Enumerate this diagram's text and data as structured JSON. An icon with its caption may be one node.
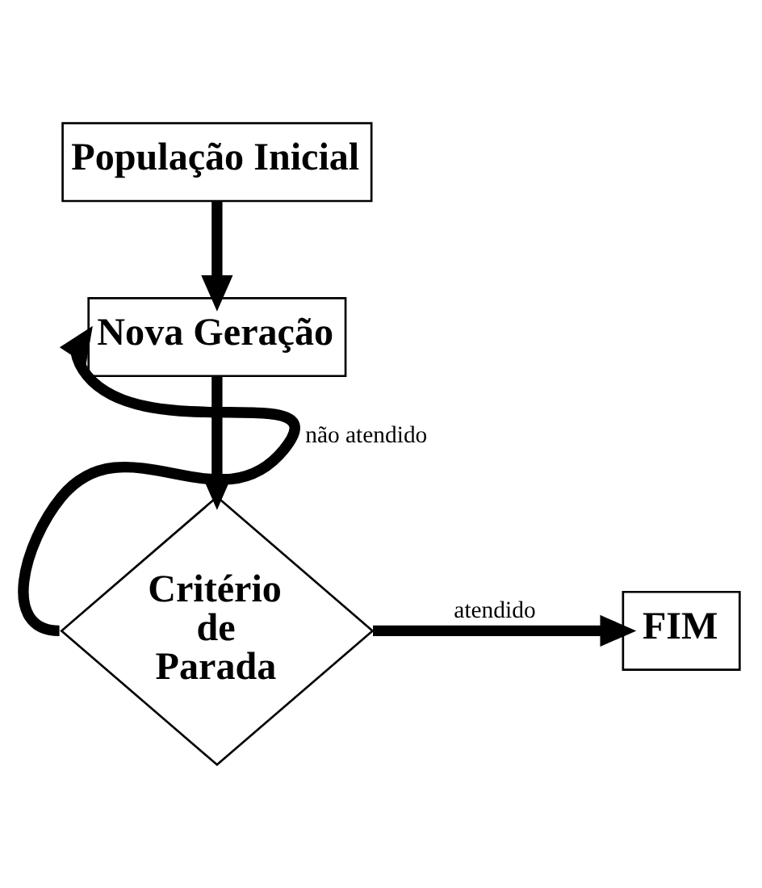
{
  "diagram": {
    "nodes": [
      {
        "text": [
          "População Inicial"
        ]
      },
      {
        "text": [
          "Nova Geração"
        ]
      },
      {
        "text": [
          "Critério de Parada"
        ]
      },
      {
        "text": [
          "FIM"
        ]
      }
    ],
    "edges": [
      {
        "from": 0,
        "to": 1,
        "arrow": "to"
      },
      {
        "from": 1,
        "to": 2,
        "arrow": "to"
      },
      {
        "from": 2,
        "to": 1,
        "arrow": "to",
        "label": "não atendido"
      },
      {
        "from": 2,
        "to": 3,
        "arrow": "to",
        "label": "atendido"
      }
    ]
  }
}
